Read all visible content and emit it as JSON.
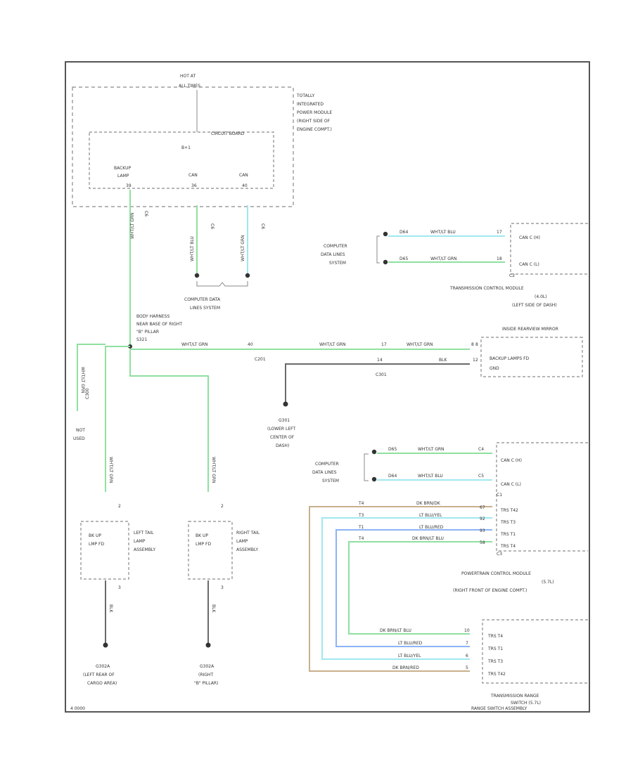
{
  "top": {
    "hot_at_all_times": [
      "HOT AT",
      "ALL TIMES"
    ],
    "tipm_label": [
      "TOTALLY",
      "INTEGRATED",
      "POWER MODULE",
      "(RIGHT SIDE OF",
      "ENGINE COMPT.)"
    ],
    "circuit_board": "CIRCUIT BOARD",
    "fuse": "B+1",
    "pins": [
      "BACKUP",
      "LAMP",
      "CAN",
      "CAN"
    ],
    "pin_codes": [
      "39",
      "36",
      "40"
    ],
    "wire_codes": [
      "WHT/LT GRN",
      "WHT/LT BLU",
      "WHT/LT GRN"
    ],
    "conn": [
      "C6",
      "C6",
      "C6"
    ],
    "cds_label": [
      "COMPUTER DATA",
      "LINES SYSTEM"
    ]
  },
  "tcm": {
    "cds_label": [
      "COMPUTER",
      "DATA LINES",
      "SYSTEM"
    ],
    "rows": [
      {
        "circuit": "D64",
        "color": "WHT/LT BLU",
        "pin": "17",
        "name": "CAN C (H)"
      },
      {
        "circuit": "D65",
        "color": "WHT/LT GRN",
        "pin": "18",
        "name": "CAN C (L)"
      }
    ],
    "conn": "C2",
    "label": [
      "TRANSMISSION CONTROL MODULE",
      "(4.0L)",
      "(LEFT SIDE OF DASH)"
    ]
  },
  "splice": {
    "name": [
      "BODY HARNESS",
      "NEAR BASE OF RIGHT",
      "\"B\" PILLAR",
      "S321"
    ],
    "wire": "WHT/LT GRN",
    "c_first": "C201",
    "c_second": "C301",
    "pin_mid": "40",
    "pin_mid2": "17",
    "pin_end": "8",
    "pin_gnd": "14",
    "color_mid": "WHT/LT GRN",
    "color_end": "WHT/LT GRN",
    "gnd_wire": "BLK",
    "g301": [
      "G301",
      "(LOWER LEFT",
      "CENTER OF",
      "DASH)"
    ],
    "left_wire": [
      "WHT/LT GRN",
      "C300"
    ],
    "not_used": [
      "NOT",
      "USED"
    ]
  },
  "mirror": {
    "label": "INSIDE REARVIEW MIRROR",
    "box": [
      "BACKUP LAMPS FD",
      "GND"
    ],
    "pin_a": "8",
    "pin_b": "12"
  },
  "pcm": {
    "cds_label": [
      "COMPUTER",
      "DATA LINES",
      "SYSTEM"
    ],
    "rows": [
      {
        "circuit": "D65",
        "color": "WHT/LT GRN",
        "pin": "C4",
        "name": "CAN C (H)"
      },
      {
        "circuit": "D64",
        "color": "WHT/LT BLU",
        "pin": "C5",
        "name": "CAN C (L)"
      }
    ],
    "conn": "C1",
    "trs": [
      {
        "circuit": "T4",
        "color": "DK BRN/DK",
        "pin": "67",
        "name": "TRS T42"
      },
      {
        "circuit": "T3",
        "color": "LT BLU/YEL",
        "pin": "92",
        "name": "TRS T3"
      },
      {
        "circuit": "T1",
        "color": "LT BLU/RED",
        "pin": "93",
        "name": "TRS T1"
      },
      {
        "circuit": "T4",
        "color": "DK BRN/LT BLU",
        "pin": "58",
        "name": "TRS T4"
      }
    ],
    "conn2": "C3",
    "label": [
      "POWERTRAIN CONTROL MODULE",
      "(5.7L)",
      "(RIGHT FRONT OF ENGINE COMPT.)"
    ]
  },
  "trs_switch": {
    "rows": [
      {
        "color": "DK BRN/LT BLU",
        "pin": "10",
        "name": "TRS T4"
      },
      {
        "color": "LT BLU/RED",
        "pin": "7",
        "name": "TRS T1"
      },
      {
        "color": "LT BLU/YEL",
        "pin": "6",
        "name": "TRS T3"
      },
      {
        "color": "DK BRN/RED",
        "pin": "5",
        "name": "TRS T42"
      }
    ],
    "label": [
      "TRANSMISSION RANGE",
      "SWITCH (5.7L)",
      "RANGE SWITCH ASSEMBLY"
    ]
  },
  "tail": {
    "left": {
      "box": [
        "BK UP",
        "LMP FD"
      ],
      "label": [
        "LEFT TAIL",
        "LAMP",
        "ASSEMBLY"
      ],
      "wire": "WHT/LT GRN",
      "gnd": "BLK",
      "g": [
        "G302A",
        "(LEFT REAR OF",
        "CARGO AREA)"
      ],
      "pin_a": "2",
      "pin_b": "3"
    },
    "right": {
      "box": [
        "BK UP",
        "LMP FD"
      ],
      "label": [
        "RIGHT TAIL",
        "LAMP",
        "ASSEMBLY"
      ],
      "wire": "WHT/LT GRN",
      "gnd": "BLK",
      "g": [
        "G302A",
        "(RIGHT",
        "\"B\" PILLAR)"
      ],
      "pin_a": "2",
      "pin_b": "3"
    }
  },
  "footer": "4 0000"
}
